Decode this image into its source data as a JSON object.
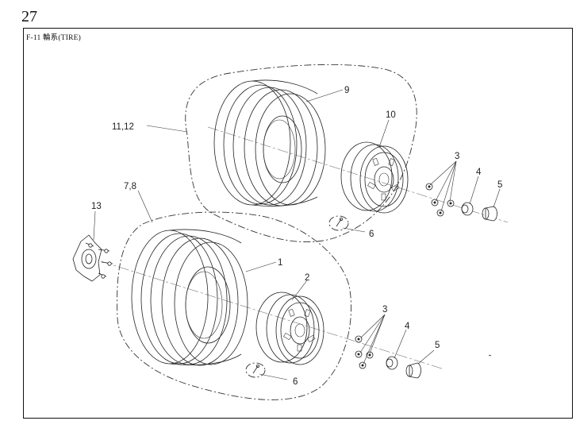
{
  "page": {
    "number": "27",
    "title": "F-11 輪系(TIRE)"
  },
  "callouts": {
    "c1": "1",
    "c2": "2",
    "c3a": "3",
    "c3b": "3",
    "c4a": "4",
    "c4b": "4",
    "c5a": "5",
    "c5b": "5",
    "c6a": "6",
    "c6b": "6",
    "c78": "7,8",
    "c9": "9",
    "c10": "10",
    "c1112": "11,12",
    "c13": "13"
  }
}
